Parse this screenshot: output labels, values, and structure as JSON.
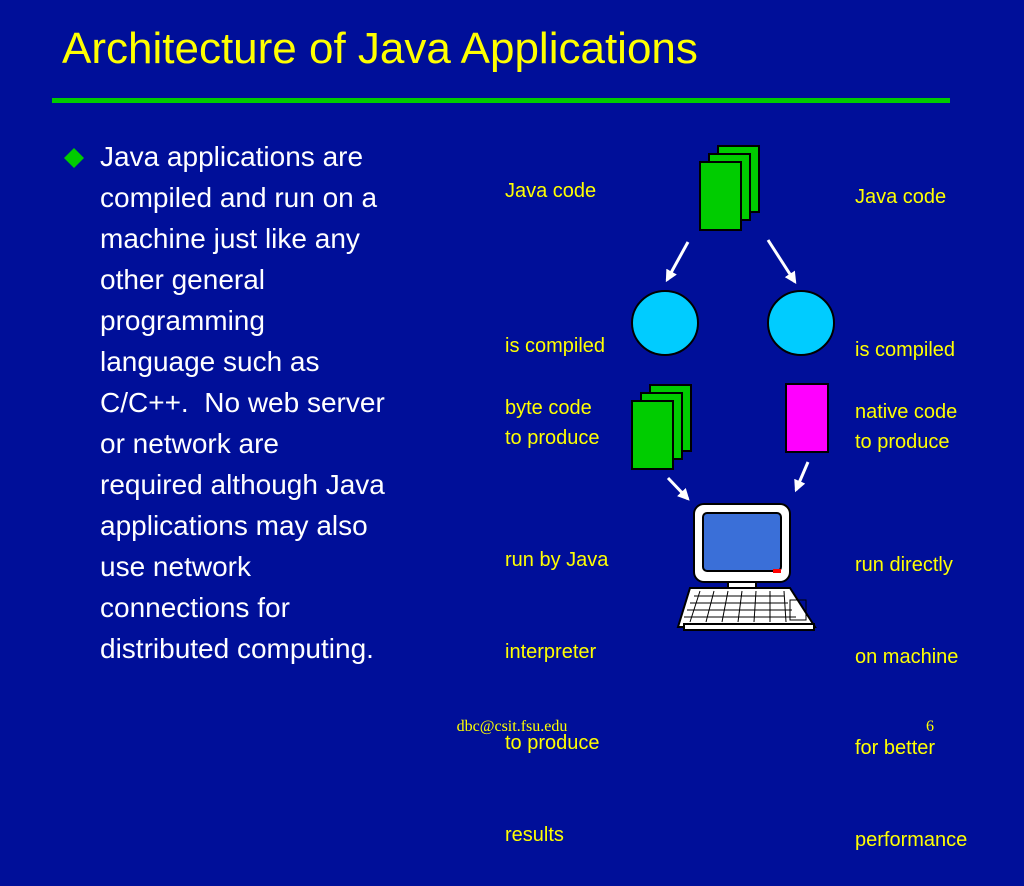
{
  "slide": {
    "title": "Architecture of Java Applications",
    "bullet_lines": [
      "Java applications are",
      "compiled and run on a",
      "machine just like any",
      "other general",
      "programming",
      "language such as",
      "C/C++.  No web server",
      "or network are",
      "required although Java",
      "applications may also",
      "use network",
      "connections for",
      "distributed computing."
    ],
    "footer": "dbc@csit.fsu.edu",
    "page_number": "6"
  },
  "diagram": {
    "left": {
      "source_label": "Java code",
      "compile_label": [
        "is compiled",
        "to produce"
      ],
      "output_label": "byte code",
      "run_label": [
        "run by Java",
        "interpreter",
        "to produce",
        "results"
      ]
    },
    "right": {
      "source_label": "Java code",
      "compile_label": [
        "is compiled",
        "to produce"
      ],
      "output_label": "native code",
      "run_label": [
        "run directly",
        "on machine",
        "for better",
        "performance"
      ]
    }
  },
  "colors": {
    "background": "#000f99",
    "title": "#ffff00",
    "rule": "#00cc00",
    "document": "#00cc00",
    "compiler": "#00ccff",
    "native": "#ff00ff",
    "label": "#ffff00",
    "body_text": "#ffffff"
  },
  "icons": {
    "bullet": "diamond-bullet-icon",
    "documents": "document-stack-icon",
    "compiler": "compiler-circle-icon",
    "native": "native-code-block-icon",
    "computer": "desktop-computer-icon"
  }
}
